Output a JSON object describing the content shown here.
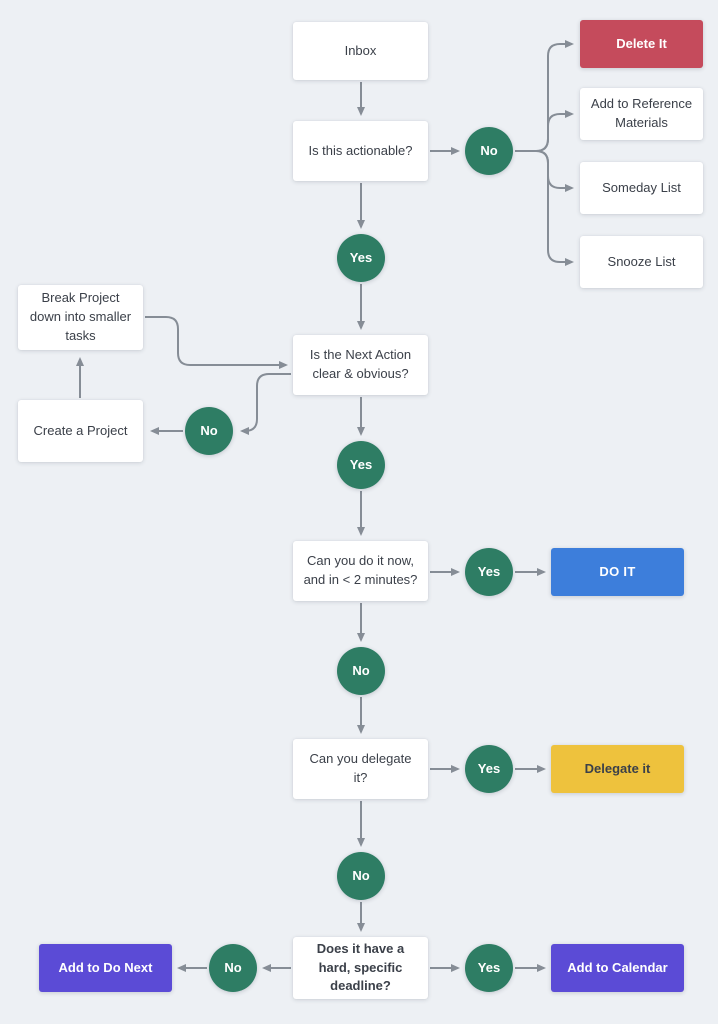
{
  "diagram": {
    "background": "#edf0f4",
    "line_color": "#868d96",
    "node_colors": {
      "decision_circle_green": "#2e7d64",
      "delete_red": "#c54b5c",
      "do_it_blue": "#3d7edb",
      "delegate_yellow": "#eec23d",
      "calendar_purple": "#5b4bd6",
      "card_white": "#ffffff",
      "text_dark": "#3b4049"
    },
    "nodes": {
      "inbox": "Inbox",
      "is_actionable": "Is this actionable?",
      "no_1": "No",
      "delete_it": "Delete It",
      "add_reference": "Add to Reference Materials",
      "someday_list": "Someday List",
      "snooze_list": "Snooze List",
      "yes_1": "Yes",
      "next_action_clear": "Is the Next Action clear & obvious?",
      "break_project": "Break Project down into smaller tasks",
      "create_project": "Create a Project",
      "no_2": "No",
      "yes_2": "Yes",
      "two_minutes": "Can you do it now, and in < 2 minutes?",
      "yes_3": "Yes",
      "do_it": "DO IT",
      "no_3": "No",
      "can_delegate": "Can you delegate it?",
      "yes_4": "Yes",
      "delegate_it": "Delegate it",
      "no_4": "No",
      "hard_deadline": "Does it have a hard, specific deadline?",
      "yes_5": "Yes",
      "add_calendar": "Add to Calendar",
      "no_5": "No",
      "add_do_next": "Add to Do Next"
    }
  }
}
